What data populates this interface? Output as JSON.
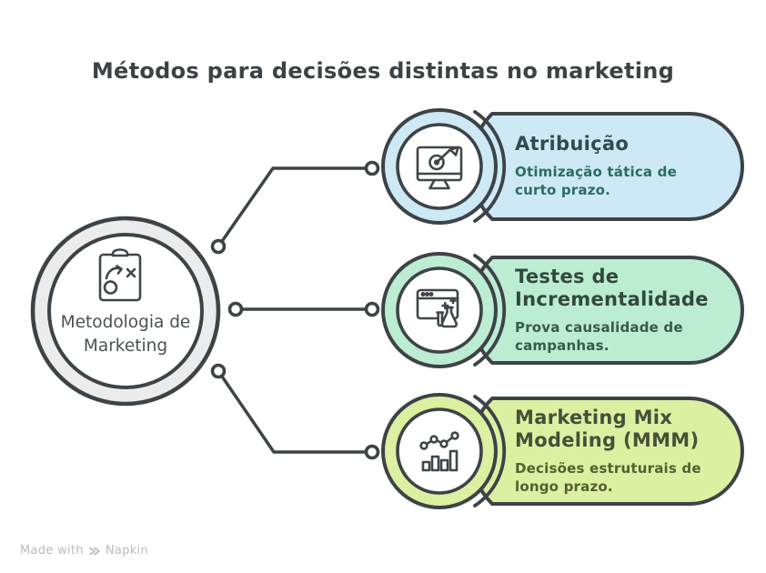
{
  "title": "Métodos para decisões distintas no marketing",
  "center": {
    "label": "Metodologia de Marketing",
    "icon": "strategy-clipboard-icon",
    "ring_fill": "#ececec"
  },
  "branches": [
    {
      "title": "Atribuição",
      "description": "Otimização tática de curto prazo.",
      "icon": "monitor-target-icon",
      "colors": {
        "fill": "#cde9f6",
        "title": "#35474f",
        "description": "#2b6c63"
      }
    },
    {
      "title": "Testes de Incrementalidade",
      "description": "Prova causalidade de campanhas.",
      "icon": "ab-test-flask-icon",
      "colors": {
        "fill": "#bcecd2",
        "title": "#30493e",
        "description": "#375a4b"
      }
    },
    {
      "title": "Marketing Mix Modeling (MMM)",
      "description": "Decisões estruturais de longo prazo.",
      "icon": "trend-bar-chart-icon",
      "colors": {
        "fill": "#dcf0a1",
        "title": "#44513a",
        "description": "#51602f"
      }
    }
  ],
  "footer": {
    "made_with": "Made with",
    "brand": "Napkin"
  },
  "stroke_color": "#3d4347"
}
